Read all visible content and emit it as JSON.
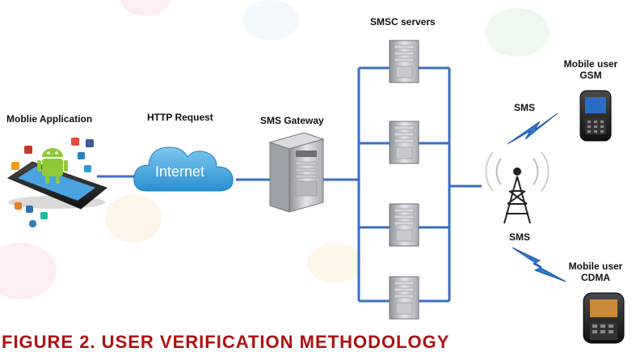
{
  "labels": {
    "mobile_application": "Moblie Application",
    "http_request": "HTTP Request",
    "internet": "Internet",
    "sms_gateway": "SMS Gateway",
    "smsc_servers": "SMSC servers",
    "sms_top": "SMS",
    "sms_bottom": "SMS",
    "mobile_user_gsm_line1": "Mobile user",
    "mobile_user_gsm_line2": "GSM",
    "mobile_user_cdma_line1": "Mobile user",
    "mobile_user_cdma_line2": "CDMA"
  },
  "caption": "Figure 2. User verification Methodology",
  "colors": {
    "connector": "#3a6fc4",
    "cloud": "#3aa6df",
    "lightning": "#2f78cf",
    "server": "#b9bcc3",
    "tower": "#222222",
    "caption": "#b01010"
  }
}
